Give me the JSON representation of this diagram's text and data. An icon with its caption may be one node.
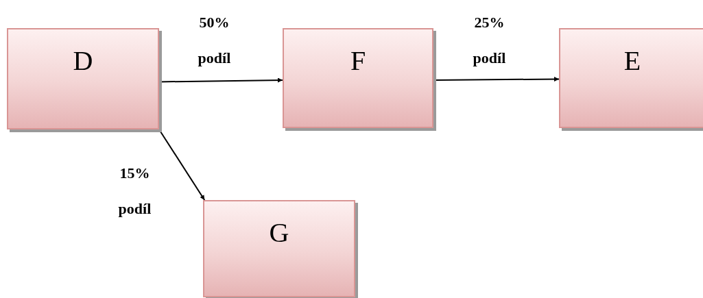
{
  "diagram": {
    "nodes": [
      {
        "text": [
          "D"
        ]
      },
      {
        "text": [
          "F"
        ]
      },
      {
        "text": [
          "E"
        ]
      },
      {
        "text": [
          "G"
        ]
      }
    ],
    "edges": [
      {
        "from": 0,
        "to": 1,
        "arrow": "to",
        "label": "50% podíl"
      },
      {
        "from": 1,
        "to": 2,
        "arrow": "to",
        "label": "25% podíl"
      },
      {
        "from": 0,
        "to": 3,
        "arrow": "to",
        "label": "15% podíl"
      }
    ]
  }
}
